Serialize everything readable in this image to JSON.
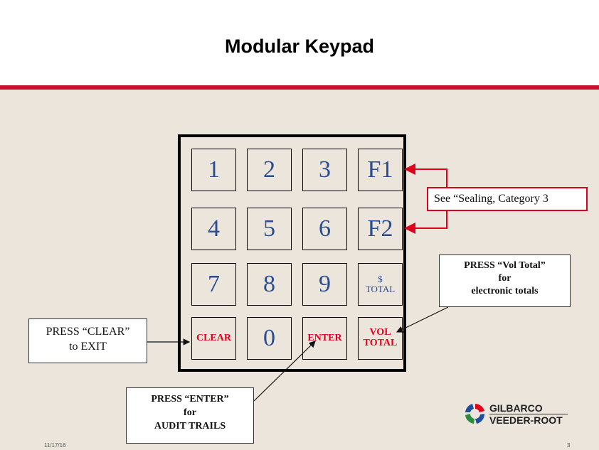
{
  "slide": {
    "title": "Modular Keypad",
    "date": "11/17/16",
    "page_number": "3"
  },
  "keypad": {
    "keys": [
      {
        "id": "1",
        "label": "1"
      },
      {
        "id": "2",
        "label": "2"
      },
      {
        "id": "3",
        "label": "3"
      },
      {
        "id": "f1",
        "label": "F1"
      },
      {
        "id": "4",
        "label": "4"
      },
      {
        "id": "5",
        "label": "5"
      },
      {
        "id": "6",
        "label": "6"
      },
      {
        "id": "f2",
        "label": "F2"
      },
      {
        "id": "7",
        "label": "7"
      },
      {
        "id": "8",
        "label": "8"
      },
      {
        "id": "9",
        "label": "9"
      },
      {
        "id": "total",
        "line1": "$",
        "line2": "TOTAL"
      },
      {
        "id": "clear",
        "label": "CLEAR"
      },
      {
        "id": "0",
        "label": "0"
      },
      {
        "id": "enter",
        "label": "ENTER"
      },
      {
        "id": "vol-total",
        "line1": "VOL",
        "line2": "TOTAL"
      }
    ]
  },
  "callouts": {
    "sealing": "See “Sealing, Category 3",
    "vol_total": {
      "line1": "PRESS “Vol Total”",
      "line2": "for",
      "line3": "electronic totals"
    },
    "clear": {
      "line1": "PRESS “CLEAR”",
      "line2": "to EXIT"
    },
    "enter": {
      "line1": "PRESS “ENTER”",
      "line2": "for",
      "line3": "AUDIT TRAILS"
    }
  },
  "logo": {
    "line1": "GILBARCO",
    "line2": "VEEDER-ROOT"
  },
  "colors": {
    "accent_red": "#c8102e",
    "key_blue": "#2a4d8f",
    "key_red": "#e0001b",
    "background": "#ebe5dc"
  }
}
